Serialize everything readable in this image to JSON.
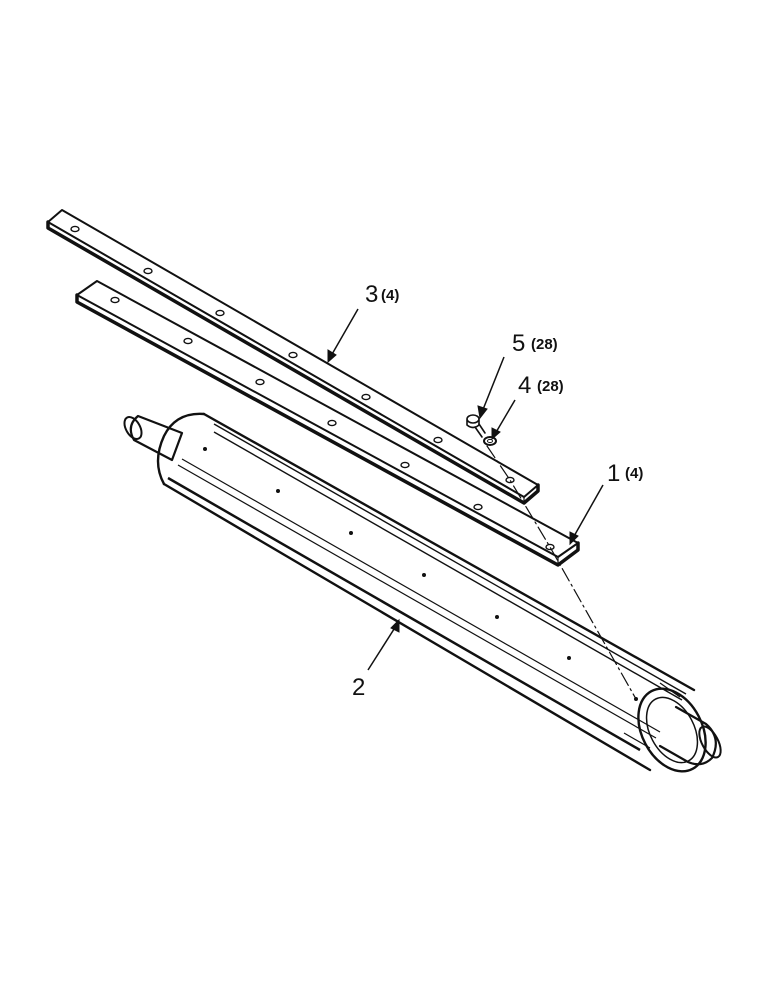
{
  "callouts": [
    {
      "id": "1",
      "number": "1",
      "qty": "(4)"
    },
    {
      "id": "2",
      "number": "2",
      "qty": ""
    },
    {
      "id": "3",
      "number": "3",
      "qty": "(4)"
    },
    {
      "id": "4",
      "number": "4",
      "qty": "(28)"
    },
    {
      "id": "5",
      "number": "5",
      "qty": "(28)"
    }
  ],
  "colors": {
    "ink": "#111111",
    "paper": "#ffffff"
  }
}
